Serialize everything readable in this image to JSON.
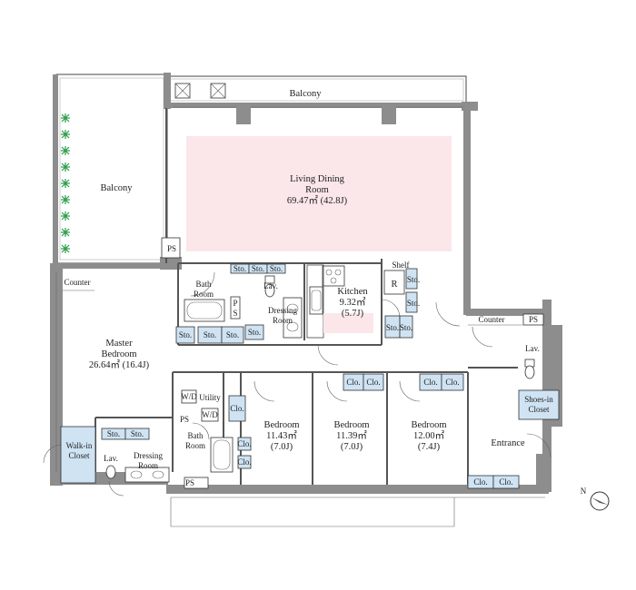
{
  "rooms": {
    "balcony_top": "Balcony",
    "balcony_left": "Balcony",
    "ldr_line1": "Living Dining",
    "ldr_line2": "Room",
    "ldr_area": "69.47㎡ (42.8J)",
    "master_line1": "Master",
    "master_line2": "Bedroom",
    "master_area": "26.64㎡ (16.4J)",
    "kitchen": "Kitchen",
    "kitchen_area": "9.32㎡",
    "kitchen_j": "(5.7J)",
    "bath1_line1": "Bath",
    "bath1_line2": "Room",
    "bath2_line1": "Bath",
    "bath2_line2": "Room",
    "dressing1_line1": "Dressing",
    "dressing1_line2": "Room",
    "dressing2_line1": "Dressing",
    "dressing2_line2": "Room",
    "lav_top": "Lav.",
    "lav_left": "Lav.",
    "lav_entry": "Lav.",
    "utility": "Utility",
    "bed1": "Bedroom",
    "bed1_area": "11.43㎡",
    "bed1_j": "(7.0J)",
    "bed2": "Bedroom",
    "bed2_area": "11.39㎡",
    "bed2_j": "(7.0J)",
    "bed3": "Bedroom",
    "bed3_area": "12.00㎡",
    "bed3_j": "(7.4J)",
    "entrance": "Entrance",
    "walkin_line1": "Walk-in",
    "walkin_line2": "Closet",
    "shoes_line1": "Shoes-in",
    "shoes_line2": "Closet"
  },
  "fixtures": {
    "counter_left": "Counter",
    "counter_right": "Counter",
    "ps": "PS",
    "sto": "Sto.",
    "clo": "Clo.",
    "shelf": "Shelf",
    "r": "R",
    "wd": "W/D",
    "p": "P",
    "s": "S"
  },
  "colors": {
    "ldr_fill": "#fbe6ea",
    "closet_fill": "#cfe3f3",
    "wall": "#8d8d8d"
  }
}
